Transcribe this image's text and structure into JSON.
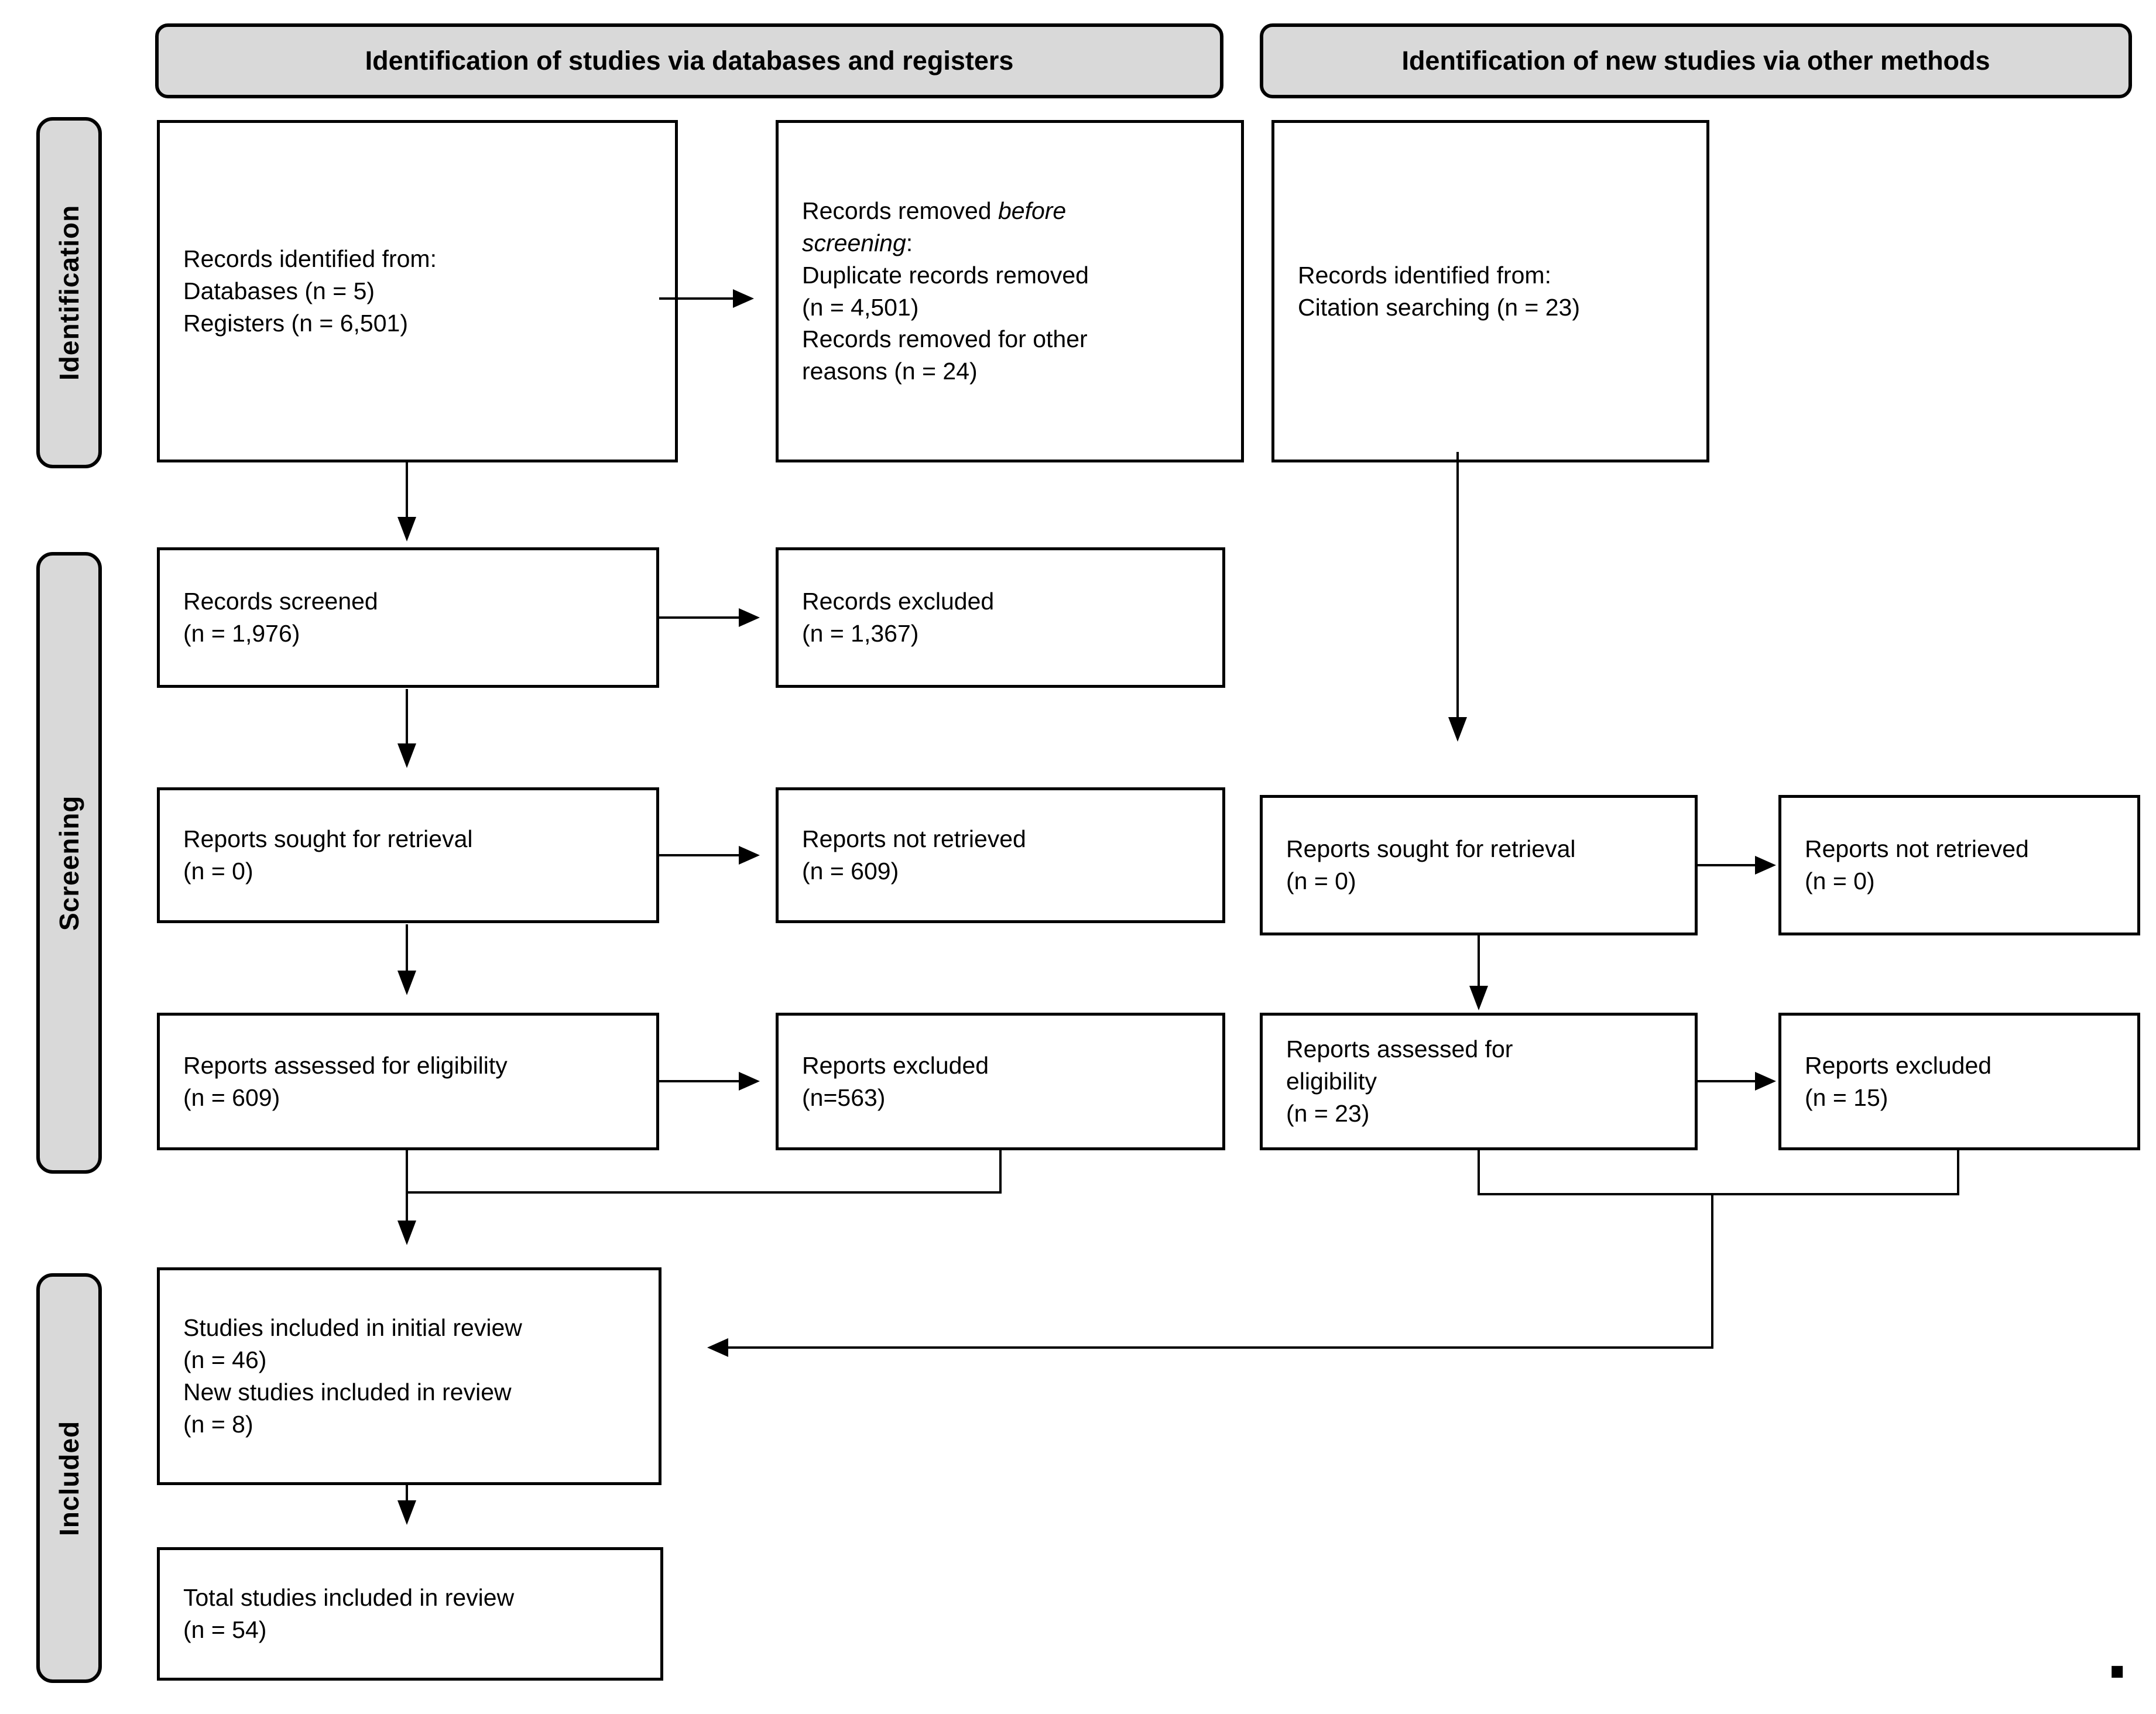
{
  "headers": {
    "databases": "Identification of studies via databases and registers",
    "other_methods": "Identification of new studies via other methods"
  },
  "side_labels": {
    "identification": "Identification",
    "screening": "Screening",
    "included": "Included"
  },
  "boxes": {
    "records_identified_db": "Records identified from:\nDatabases (n = 5)\nRegisters (n = 6,501)",
    "records_removed": {
      "prefix": "Records removed ",
      "italic": "before\nscreening",
      "suffix": ":\nDuplicate records removed\n(n = 4,501)\nRecords removed for other\nreasons (n = 24)"
    },
    "records_identified_citation": "Records identified from:\nCitation searching (n = 23)",
    "records_screened": "Records screened\n(n = 1,976)",
    "records_excluded": "Records excluded\n(n = 1,367)",
    "reports_sought_db": "Reports sought for retrieval\n(n = 0)",
    "reports_not_retrieved_db": "Reports not retrieved\n(n = 609)",
    "reports_sought_other": "Reports sought for retrieval\n(n = 0)",
    "reports_not_retrieved_other": "Reports not retrieved\n(n = 0)",
    "reports_assessed_db": "Reports assessed for eligibility\n(n = 609)",
    "reports_excluded_db": "Reports excluded\n(n=563)",
    "reports_assessed_other": "Reports assessed for\neligibility\n(n = 23)",
    "reports_excluded_other": "Reports excluded\n(n = 15)",
    "studies_included": "Studies included in initial review\n(n = 46)\nNew studies included in review\n(n = 8)",
    "total_studies": "Total studies included in review\n(n = 54)"
  },
  "colors": {
    "band_fill": "#d9d9d9",
    "box_border": "#000000",
    "background": "#ffffff"
  },
  "footer": {
    "dot": "."
  }
}
